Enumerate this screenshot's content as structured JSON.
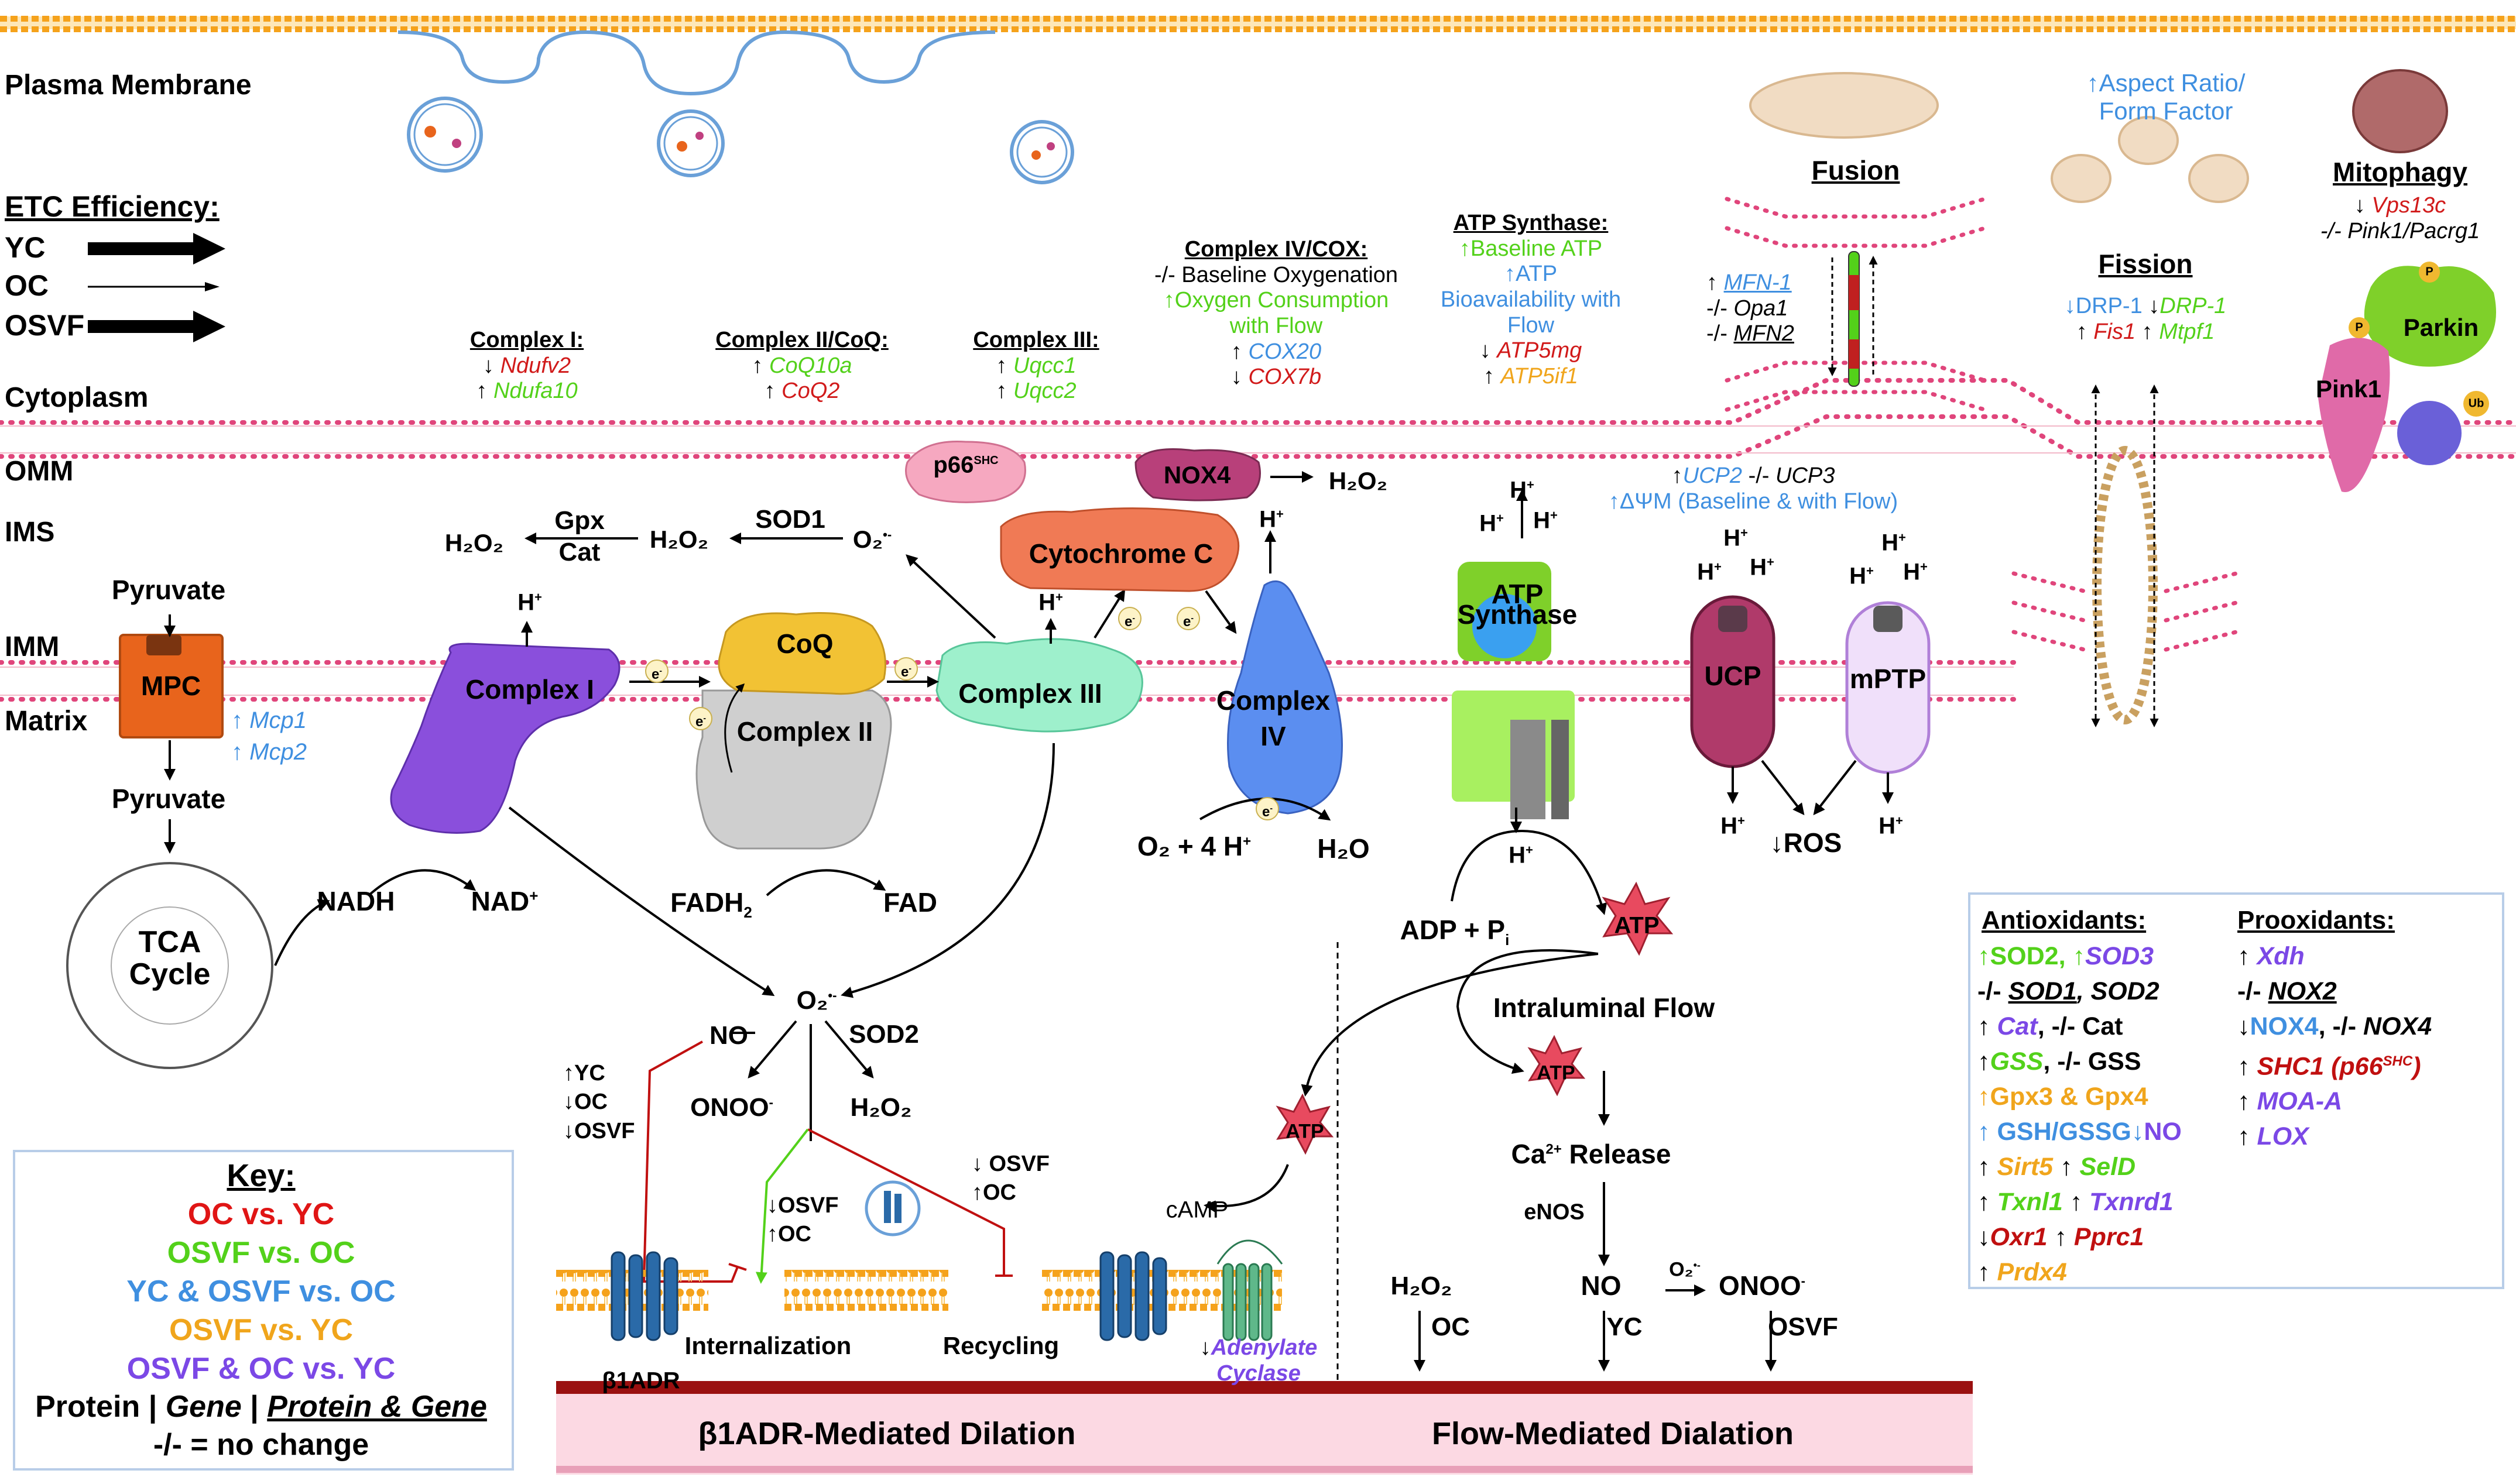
{
  "regions": {
    "plasma_membrane": "Plasma Membrane",
    "cytoplasm": "Cytoplasm",
    "omm": "OMM",
    "ims": "IMS",
    "imm": "IMM",
    "matrix": "Matrix"
  },
  "etc": {
    "title": "ETC Efficiency:",
    "yc": "YC",
    "oc": "OC",
    "osvf": "OSVF"
  },
  "annotations": {
    "c1": {
      "title": "Complex I:",
      "l1a": "↓",
      "l1b": "Ndufv2",
      "l2a": "↑",
      "l2b": "Ndufa10"
    },
    "c2": {
      "title": "Complex II/CoQ:",
      "l1a": "↑",
      "l1b": "CoQ10a",
      "l2a": "↑",
      "l2b": "CoQ2"
    },
    "c3": {
      "title": "Complex III:",
      "l1a": "↑",
      "l1b": "Uqcc1",
      "l2a": "↑",
      "l2b": "Uqcc2"
    },
    "c4": {
      "title": "Complex IV/COX:",
      "l1": "-/- Baseline Oxygenation",
      "l2": "↑Oxygen Consumption",
      "l3": "with Flow",
      "l4a": "↑",
      "l4b": "COX20",
      "l5a": "↓",
      "l5b": "COX7b"
    },
    "atps": {
      "title": "ATP Synthase:",
      "l1": "↑Baseline ATP",
      "l2": "↑ATP",
      "l3": "Bioavailability with",
      "l4": "Flow",
      "l5a": "↓",
      "l5b": "ATP5mg",
      "l6a": "↑",
      "l6b": "ATP5if1"
    },
    "ucp": {
      "l1a": "↑",
      "l1b": "UCP2",
      "l1c": "-/-",
      "l1d": "UCP3",
      "l2": "↑ΔΨM (Baseline & with Flow)"
    },
    "fusion": {
      "title": "Fusion",
      "l1a": "↑",
      "l1b": "MFN-1",
      "l2a": "-/-",
      "l2b": "Opa1",
      "l3a": "-/-",
      "l3b": "MFN2"
    },
    "fission": {
      "aspect1": "↑Aspect Ratio/",
      "aspect2": "Form Factor",
      "title": "Fission",
      "l1a": "↓DRP-1",
      "l1b": "↓",
      "l1c": "DRP-1",
      "l2a": "↑",
      "l2b": "Fis1",
      "l2c": "↑",
      "l2d": "Mtpf1"
    },
    "mitophagy": {
      "title": "Mitophagy",
      "l1a": "↓",
      "l1b": "Vps13c",
      "l2": "-/- Pink1/Pacrg1",
      "parkin": "Parkin",
      "pink1": "Pink1",
      "p": "P",
      "ub": "Ub"
    }
  },
  "molecules": {
    "mpc": "MPC",
    "pyruvate_top": "Pyruvate",
    "pyruvate_bottom": "Pyruvate",
    "mcp1a": "↑",
    "mcp1b": "Mcp1",
    "mcp2a": "↑",
    "mcp2b": "Mcp2",
    "tca1": "TCA",
    "tca2": "Cycle",
    "nadh": "NADH",
    "nad": "NAD",
    "nad_sup": "+",
    "fadh2": "FADH",
    "fadh2_sub": "2",
    "fad": "FAD",
    "complex1": "Complex I",
    "coq": "CoQ",
    "complex2": "Complex II",
    "complex3": "Complex III",
    "complex4a": "Complex",
    "complex4b": "IV",
    "cytc": "Cytochrome C",
    "p66": "p66",
    "p66_sup": "SHC",
    "nox4": "NOX4",
    "sod1": "SOD1",
    "gpx": "Gpx",
    "cat": "Cat",
    "h2o2_a": "H₂O₂",
    "h2o2_b": "H₂O₂",
    "h2o2_nox": "H₂O₂",
    "o2_rad": "O₂",
    "o2_sup": "•-",
    "hplus": "H",
    "plus": "+",
    "e": "e",
    "e_sup": "-",
    "o2_eq": "O₂ + 4 H",
    "h2o": "H₂O",
    "atp_synth1": "ATP",
    "atp_synth2": "Synthase",
    "ucp": "UCP",
    "mptp": "mPTP",
    "ros": "↓ROS",
    "adp": "ADP + P",
    "adp_sub": "i",
    "atp": "ATP"
  },
  "signaling": {
    "o2_center": "O₂",
    "no": "NO",
    "sod2": "SOD2",
    "onoo": "ONOO",
    "onoo_sup": "-",
    "h2o2": "H₂O₂",
    "yc_up": "↑YC",
    "oc_down": "↓OC",
    "osvf_down": "↓OSVF",
    "mid_osvf": "↓OSVF",
    "mid_oc": "↑OC",
    "right_osvf": "↓ OSVF",
    "right_oc": "↑OC",
    "camp": "cAMP",
    "internalization": "Internalization",
    "recycling": "Recycling",
    "b1adr": "β1ADR",
    "adenylate1a": "↓",
    "adenylate1b": "Adenylate",
    "adenylate2": "Cyclase",
    "intraluminal": "Intraluminal Flow",
    "ca_release": "Ca",
    "ca_sup": "2+",
    "ca_rest": " Release",
    "enos": "eNOS",
    "no2": "NO",
    "yc": "YC",
    "o2_arrow": "O₂",
    "onoo2": "ONOO",
    "osvf": "OSVF",
    "h2o2_left": "H₂O₂",
    "oc": "OC",
    "dilation_left": "β1ADR-Mediated Dilation",
    "dilation_right": "Flow-Mediated Dialation"
  },
  "key": {
    "title": "Key:",
    "items": [
      {
        "text": "OC vs. YC",
        "color": "#e01515"
      },
      {
        "text": "OSVF vs. OC",
        "color": "#53d11a"
      },
      {
        "text": "YC & OSVF vs. OC",
        "color": "#3f8fe0"
      },
      {
        "text": "OSVF vs. YC",
        "color": "#f0a51c"
      },
      {
        "text": "OSVF & OC vs. YC",
        "color": "#7b48e6"
      }
    ],
    "protein": "Protein",
    "sep1": " | ",
    "gene": "Gene",
    "sep2": " | ",
    "protein_gene": "Protein & Gene",
    "nochange": "-/-  = no change"
  },
  "antioxidants": {
    "title": "Antioxidants:",
    "rows": [
      [
        "↑SOD2, ↑",
        "SOD3"
      ],
      [
        "-/- ",
        "SOD1",
        ", SOD2"
      ],
      [
        "↑ ",
        "Cat",
        ", -/- Cat"
      ],
      [
        "↑",
        "GSS",
        ", -/- GSS"
      ],
      [
        "↑Gpx3 & Gpx4"
      ],
      [
        "↑ GSH/GSSG↓",
        "NO"
      ],
      [
        "↑ ",
        "Sirt5",
        " ↑ ",
        "SelD"
      ],
      [
        "↑ ",
        "Txnl1",
        " ↑ ",
        "Txnrd1"
      ],
      [
        "↓",
        "Oxr1",
        " ↑ ",
        "Pprc1"
      ],
      [
        "↑ ",
        "Prdx4"
      ]
    ]
  },
  "prooxidants": {
    "title": "Prooxidants:",
    "r1a": "↑ ",
    "r1b": "Xdh",
    "r2a": "-/- ",
    "r2b": "NOX2",
    "r3a": "↓",
    "r3b": "NOX4",
    "r3c": ", -/- ",
    "r3d": "NOX4",
    "r4a": "↑ ",
    "r4b": "SHC1 (p66",
    "r4c": "SHC",
    "r4d": ")",
    "r5a": "↑ ",
    "r5b": "MOA-A",
    "r6a": "↑ ",
    "r6b": "LOX"
  },
  "colors": {
    "membrane": "#e0457b",
    "membrane_tail": "#f2b8c8",
    "plasma": "#f5a21b",
    "complex1": "#8a4fdc",
    "coq": "#f2c234",
    "complex2": "#c8c8c8",
    "complex3": "#9ef0cc",
    "complex4": "#5b8ef0",
    "cytc": "#f07a55",
    "nox4": "#b8407a",
    "p66": "#f6a8c0",
    "mpc": "#e8641c",
    "ucp": "#b03a6a",
    "mptp": "#d6a8f0",
    "atp_star": "#e84a5f",
    "dilation_band": "#fcd9e3"
  }
}
